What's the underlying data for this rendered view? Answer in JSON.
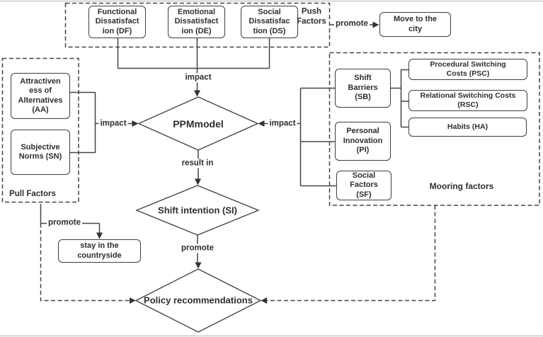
{
  "groups": {
    "push": {
      "label": "Push\nFactors"
    },
    "pull": {
      "label": "Pull Factors"
    },
    "mooring": {
      "label": "Mooring factors"
    }
  },
  "nodes": {
    "df": {
      "label": "Functional\nDissatisfact\nion (DF)"
    },
    "de": {
      "label": "Emotional\nDissatisfact\nion (DE)"
    },
    "ds": {
      "label": "Social\nDissatisfac\ntion (DS)"
    },
    "move_city": {
      "label": "Move to the\ncity"
    },
    "aa": {
      "label": "Attractiven\ness of\nAlternatives\n(AA)"
    },
    "sn": {
      "label": "Subjective\nNorms (SN)"
    },
    "sb": {
      "label": "Shift\nBarriers\n(SB)"
    },
    "psc": {
      "label": "Procedural Switching\nCosts (PSC)"
    },
    "rsc": {
      "label": "Relational Switching Costs\n(RSC)"
    },
    "ha": {
      "label": "Habits (HA)"
    },
    "pi": {
      "label": "Personal\nInnovation\n(PI)"
    },
    "sf": {
      "label": "Social\nFactors\n(SF)"
    },
    "stay_countryside": {
      "label": "stay in the\ncountryside"
    }
  },
  "diamonds": {
    "ppm": {
      "label": "PPMmodel"
    },
    "shift_intention": {
      "label": "Shift intention (SI)"
    },
    "policy": {
      "label": "Policy recommendations"
    }
  },
  "edge_labels": {
    "impact_top": "impact",
    "impact_left": "impact",
    "impact_right": "impact",
    "result_in": "result in",
    "promote_to_city": "promote",
    "promote_to_stay": "promote",
    "promote_to_policy": "promote"
  },
  "colors": {
    "line": "#444444",
    "text": "#2e2e2e",
    "background": "#ffffff",
    "frame_line": "#b5b5b5"
  }
}
